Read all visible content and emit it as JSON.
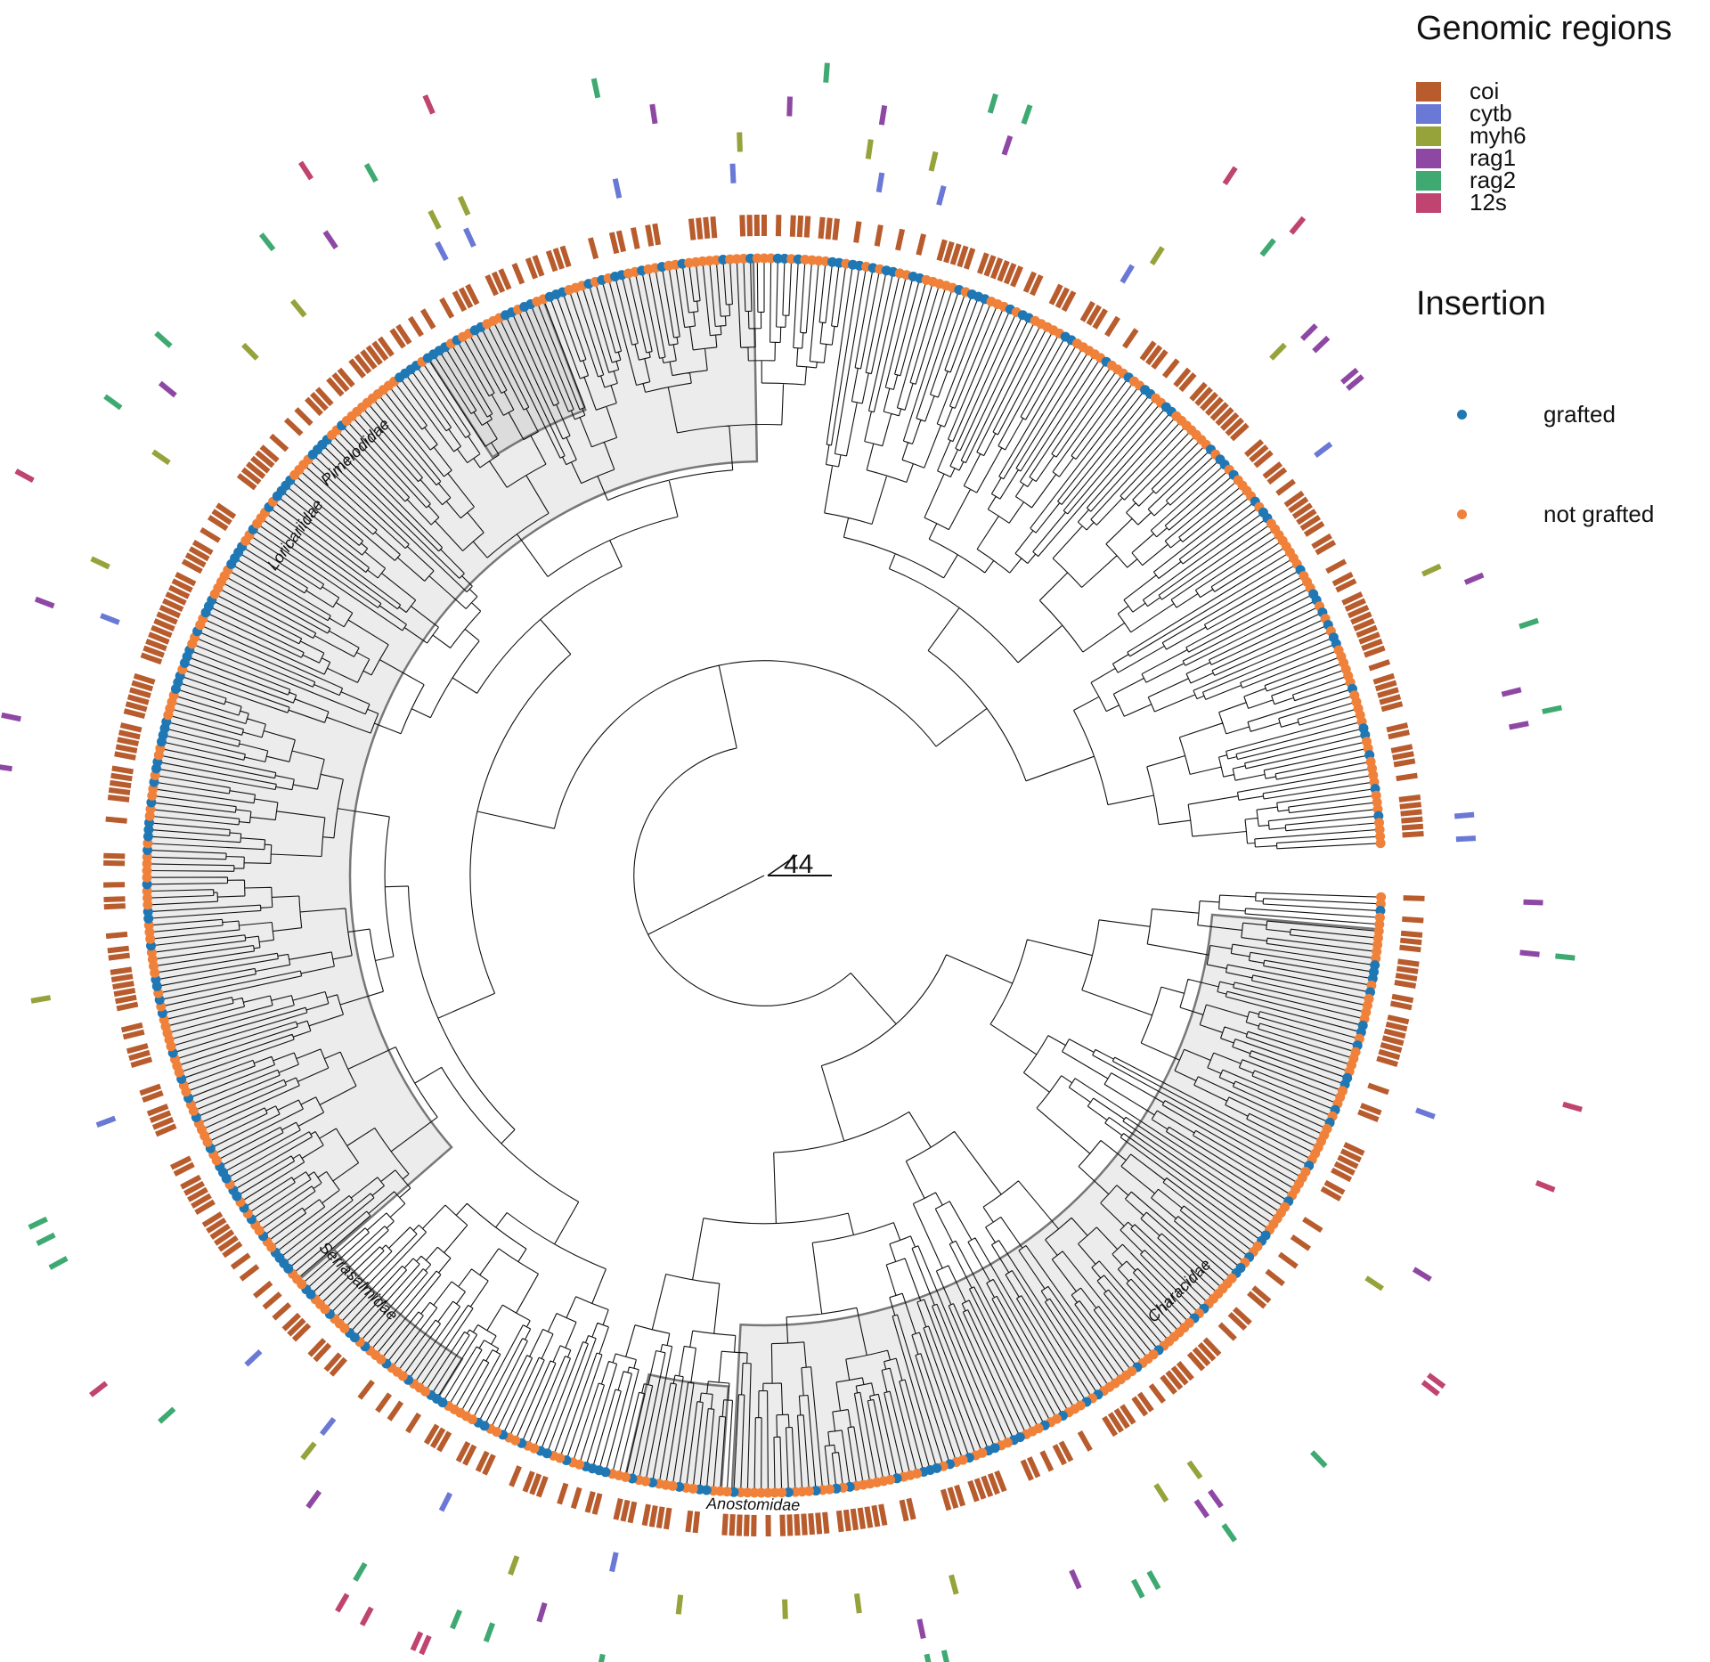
{
  "legend": {
    "regions_title": "Genomic regions",
    "regions": [
      {
        "label": "coi",
        "color": "#B85C2E"
      },
      {
        "label": "cytb",
        "color": "#6A78D6"
      },
      {
        "label": "myh6",
        "color": "#96A23A"
      },
      {
        "label": "rag1",
        "color": "#8E48A4"
      },
      {
        "label": "rag2",
        "color": "#3EAA72"
      },
      {
        "label": "12s",
        "color": "#C04470"
      }
    ],
    "insertion_title": "Insertion",
    "insertion": [
      {
        "label": "grafted",
        "color": "#1F77B4"
      },
      {
        "label": "not grafted",
        "color": "#F0813A"
      }
    ]
  },
  "scale_label": "44",
  "clades": [
    {
      "label": "Loricariidae"
    },
    {
      "label": "Pimelodidae"
    },
    {
      "label": "Serrasalmidae"
    },
    {
      "label": "Anostomidae"
    },
    {
      "label": "Characidae"
    }
  ],
  "colors": {
    "branch": "#111111",
    "clade_fill": "#ECECEC",
    "clade_stroke": "#777777"
  }
}
